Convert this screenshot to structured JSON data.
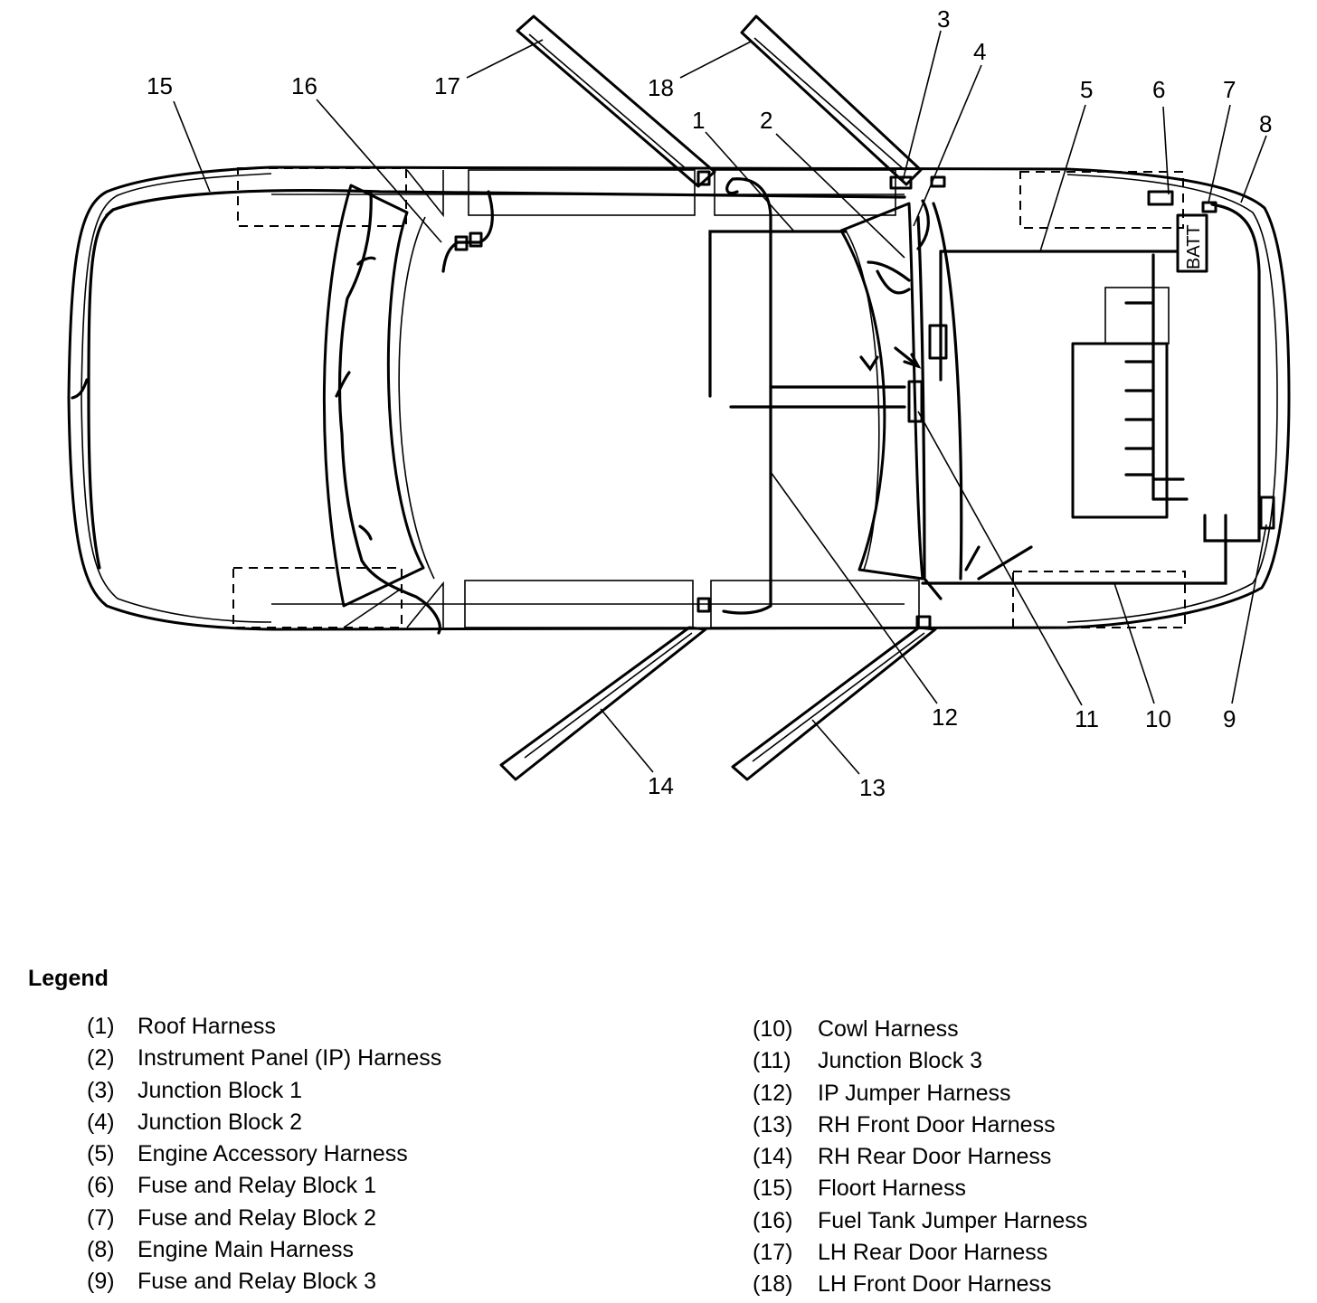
{
  "callouts": {
    "c1": "1",
    "c2": "2",
    "c3": "3",
    "c4": "4",
    "c5": "5",
    "c6": "6",
    "c7": "7",
    "c8": "8",
    "c9": "9",
    "c10": "10",
    "c11": "11",
    "c12": "12",
    "c13": "13",
    "c14": "14",
    "c15": "15",
    "c16": "16",
    "c17": "17",
    "c18": "18"
  },
  "battery_label": "BATT",
  "legend": {
    "title": "Legend",
    "items": [
      {
        "num": "(1)",
        "text": "Roof Harness"
      },
      {
        "num": "(2)",
        "text": "Instrument Panel (IP) Harness"
      },
      {
        "num": "(3)",
        "text": "Junction Block 1"
      },
      {
        "num": "(4)",
        "text": "Junction Block 2"
      },
      {
        "num": "(5)",
        "text": "Engine Accessory Harness"
      },
      {
        "num": "(6)",
        "text": "Fuse and Relay Block 1"
      },
      {
        "num": "(7)",
        "text": "Fuse and Relay Block 2"
      },
      {
        "num": "(8)",
        "text": "Engine Main Harness"
      },
      {
        "num": "(9)",
        "text": "Fuse and Relay Block 3"
      },
      {
        "num": "(10)",
        "text": "Cowl Harness"
      },
      {
        "num": "(11)",
        "text": "Junction Block 3"
      },
      {
        "num": "(12)",
        "text": "IP Jumper Harness"
      },
      {
        "num": "(13)",
        "text": "RH Front Door Harness"
      },
      {
        "num": "(14)",
        "text": "RH Rear Door Harness"
      },
      {
        "num": "(15)",
        "text": "Floort Harness"
      },
      {
        "num": "(16)",
        "text": "Fuel Tank Jumper Harness"
      },
      {
        "num": "(17)",
        "text": "LH Rear Door Harness"
      },
      {
        "num": "(18)",
        "text": "LH Front Door Harness"
      }
    ]
  }
}
